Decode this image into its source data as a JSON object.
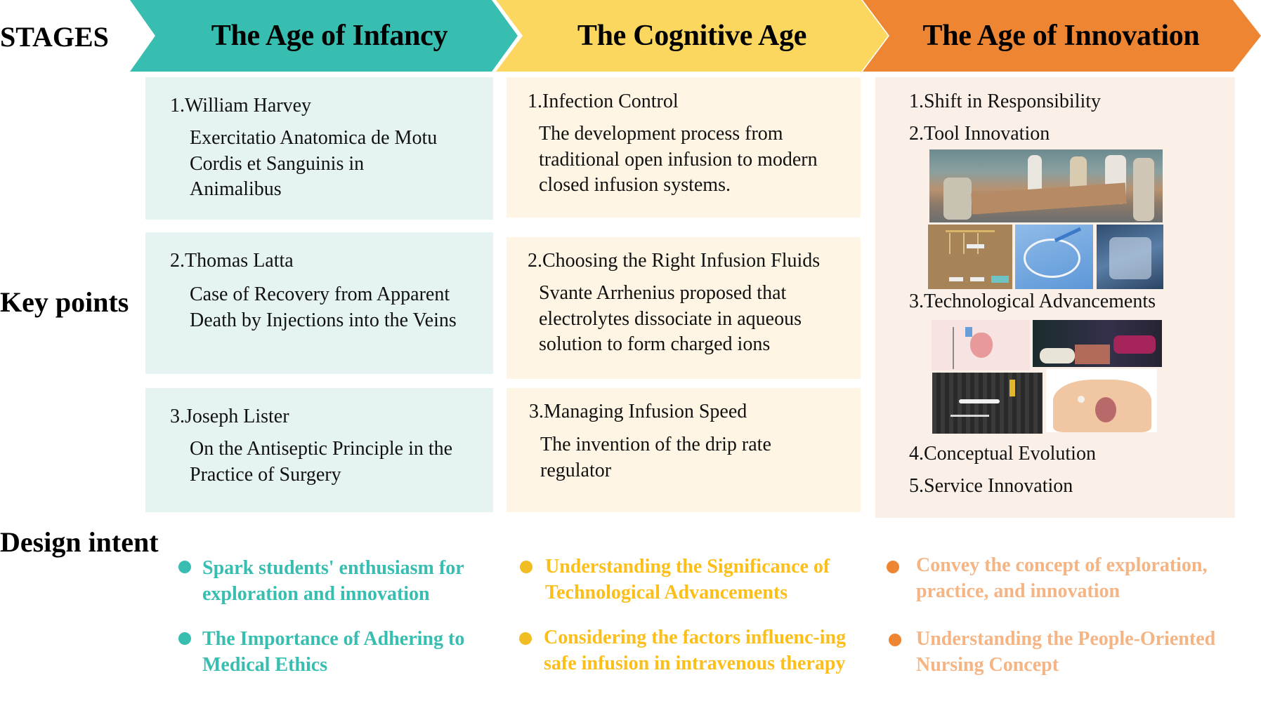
{
  "row_labels": {
    "stages": "STAGES",
    "key_points": "Key points",
    "design_intent": "Design intent"
  },
  "colors": {
    "teal": "#38bdb1",
    "yellow": "#fcd75f",
    "orange": "#ee8533",
    "teal_box": "#e5f3f2",
    "yellow_box": "#fef5e4",
    "orange_box": "#faf0e8",
    "teal_text": "#38bdb1",
    "yellow_text": "#fcbe18",
    "orange_text": "#f5b483",
    "orange_bullet": "#ee8533",
    "yellow_bullet": "#f0bd22"
  },
  "stages": [
    {
      "title": "The Age of Infancy",
      "key_points": [
        {
          "title": "1.William Harvey",
          "desc": "Exercitatio Anatomica de Motu Cordis et Sanguinis in Animalibus"
        },
        {
          "title": "2.Thomas Latta",
          "desc": "Case of Recovery from Apparent Death by Injections into the Veins"
        },
        {
          "title": "3.Joseph Lister",
          "desc": "On the Antiseptic Principle in the Practice of Surgery"
        }
      ],
      "design_intent": [
        "Spark students' enthusiasm for exploration and innovation",
        "The Importance of Adhering to Medical Ethics"
      ]
    },
    {
      "title": "The Cognitive Age",
      "key_points": [
        {
          "title": "1.Infection Control",
          "desc": "The development process from traditional open infusion to modern closed infusion systems."
        },
        {
          "title": "2.Choosing the Right Infusion Fluids",
          "desc": "Svante Arrhenius proposed that electrolytes dissociate in aqueous solution to form charged ions"
        },
        {
          "title": "3.Managing Infusion Speed",
          "desc": "The invention of the drip rate regulator"
        }
      ],
      "design_intent": [
        "Understanding the Significance of Technological Advancements",
        "Considering the factors influenc-ing safe infusion in intravenous therapy"
      ]
    },
    {
      "title": "The Age of Innovation",
      "key_points": [
        {
          "title": "1.Shift in Responsibility"
        },
        {
          "title": "2.Tool Innovation",
          "images": [
            "surgery-team-photo",
            "early-needles-photo",
            "infusion-set-photo",
            "iv-bag-photo"
          ]
        },
        {
          "title": "3.Technological Advancements",
          "images": [
            "picc-line-diagram",
            "hand-vein-illustration",
            "catheter-device-photo",
            "port-chest-illustration"
          ]
        },
        {
          "title": "4.Conceptual Evolution"
        },
        {
          "title": "5.Service Innovation"
        }
      ],
      "design_intent": [
        "Convey the concept of exploration, practice, and innovation",
        "Understanding the People-Oriented Nursing Concept"
      ]
    }
  ]
}
